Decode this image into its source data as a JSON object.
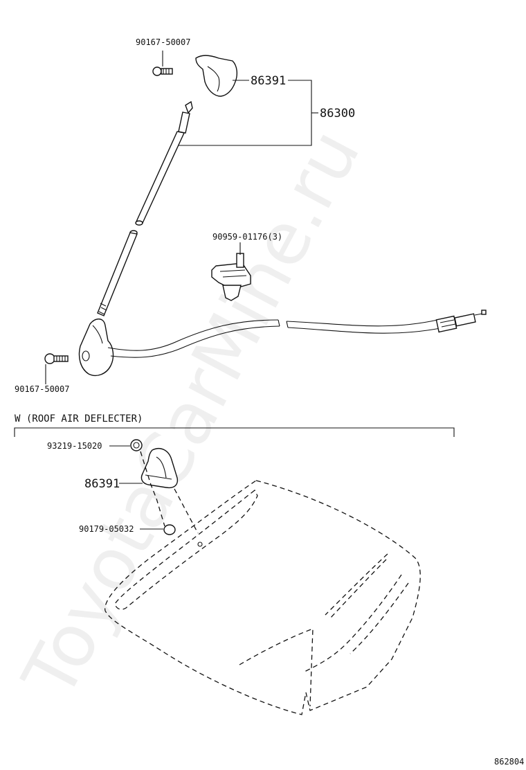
{
  "watermark": "ToyotaCarMine.ru",
  "diagram_id": "862804",
  "section_header": "W (ROOF AIR DEFLECTER)",
  "labels": {
    "screw_top": "90167-50007",
    "cap_top": "86391",
    "antenna_assy": "86300",
    "clamp": "90959-01176(3)",
    "screw_bottom": "90167-50007",
    "bolt_w": "93219-15020",
    "cap_w": "86391",
    "nut_w": "90179-05032"
  }
}
